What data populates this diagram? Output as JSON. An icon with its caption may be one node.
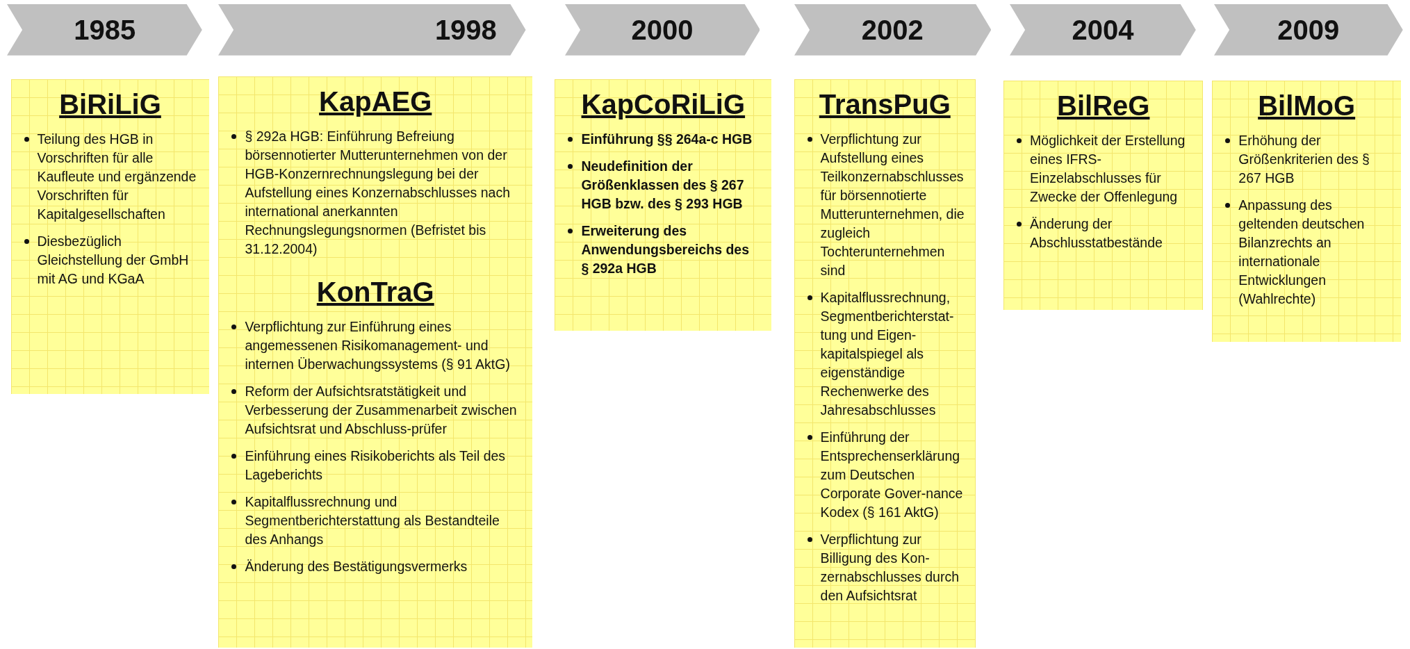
{
  "diagram": {
    "nodes": [
      {
        "text": [
          "1985"
        ]
      },
      {
        "text": [
          "1998"
        ]
      },
      {
        "text": [
          "2000"
        ]
      },
      {
        "text": [
          "2002"
        ]
      },
      {
        "text": [
          "2004"
        ]
      },
      {
        "text": [
          "2009"
        ]
      },
      {
        "text": [
          "BiRiLiG",
          "Teilung des HGB in Vorschriften für alle Kaufleute und ergänzende Vorschriften für Kapitalgesellschaften",
          "Diesbezüglich Gleichstellung der GmbH mit AG und KGaA"
        ]
      },
      {
        "text": [
          "KapAEG",
          "§ 292a HGB: Einführung Befreiung börsennotierter Mutterunternehmen von der HGB-Konzernrechnungslegung bei der Aufstellung eines Konzernabschlusses nach international anerkannten Rechnungslegungsnormen (Befristet bis 31.12.2004)",
          "KonTraG",
          "Verpflichtung zur Einführung eines angemessenen Risikomanagement- und internen Überwachungssystems (§ 91 AktG)",
          "Reform der Aufsichtsratstätigkeit und Verbesserung der Zusammenarbeit zwischen Aufsichtsrat und Abschluss-prüfer",
          "Einführung eines Risikoberichts als Teil des Lageberichts",
          "Kapitalflussrechnung und Segmentberichterstattung als Bestandteile des Anhangs",
          "Änderung des Bestätigungsvermerks"
        ]
      },
      {
        "text": [
          "KapCoRiLiG",
          "Einführung §§ 264a-c HGB",
          "Neudefinition der Größenklassen des § 267 HGB bzw. des § 293 HGB",
          "Erweiterung des Anwendungsbereichs des § 292a HGB"
        ]
      },
      {
        "text": [
          "TransPuG",
          "Verpflichtung zur Aufstellung eines Teilkonzernabschlusses für börsennotierte Mutterunternehmen, die zugleich Tochterunternehmen sind",
          "Kapitalflussrechnung, Segmentberichterstat-tung und Eigen-kapitalspiegel als eigenständige Rechenwerke des Jahresabschlusses",
          "Einführung der Entsprechenserklärung zum Deutschen Corporate Gover-nance Kodex (§ 161 AktG)",
          "Verpflichtung zur Billigung des Kon-zernabschlusses durch den Aufsichtsrat"
        ]
      },
      {
        "text": [
          "BilReG",
          "Möglichkeit der Erstellung eines IFRS-Einzelabschlusses für Zwecke der Offenlegung",
          "Änderung der Abschlusstatbestände"
        ]
      },
      {
        "text": [
          "BilMoG",
          "Erhöhung der Größenkriterien des § 267 HGB",
          "Anpassung des geltenden deutschen Bilanzrechts an internationale Entwicklungen (Wahlrechte)"
        ]
      }
    ]
  }
}
